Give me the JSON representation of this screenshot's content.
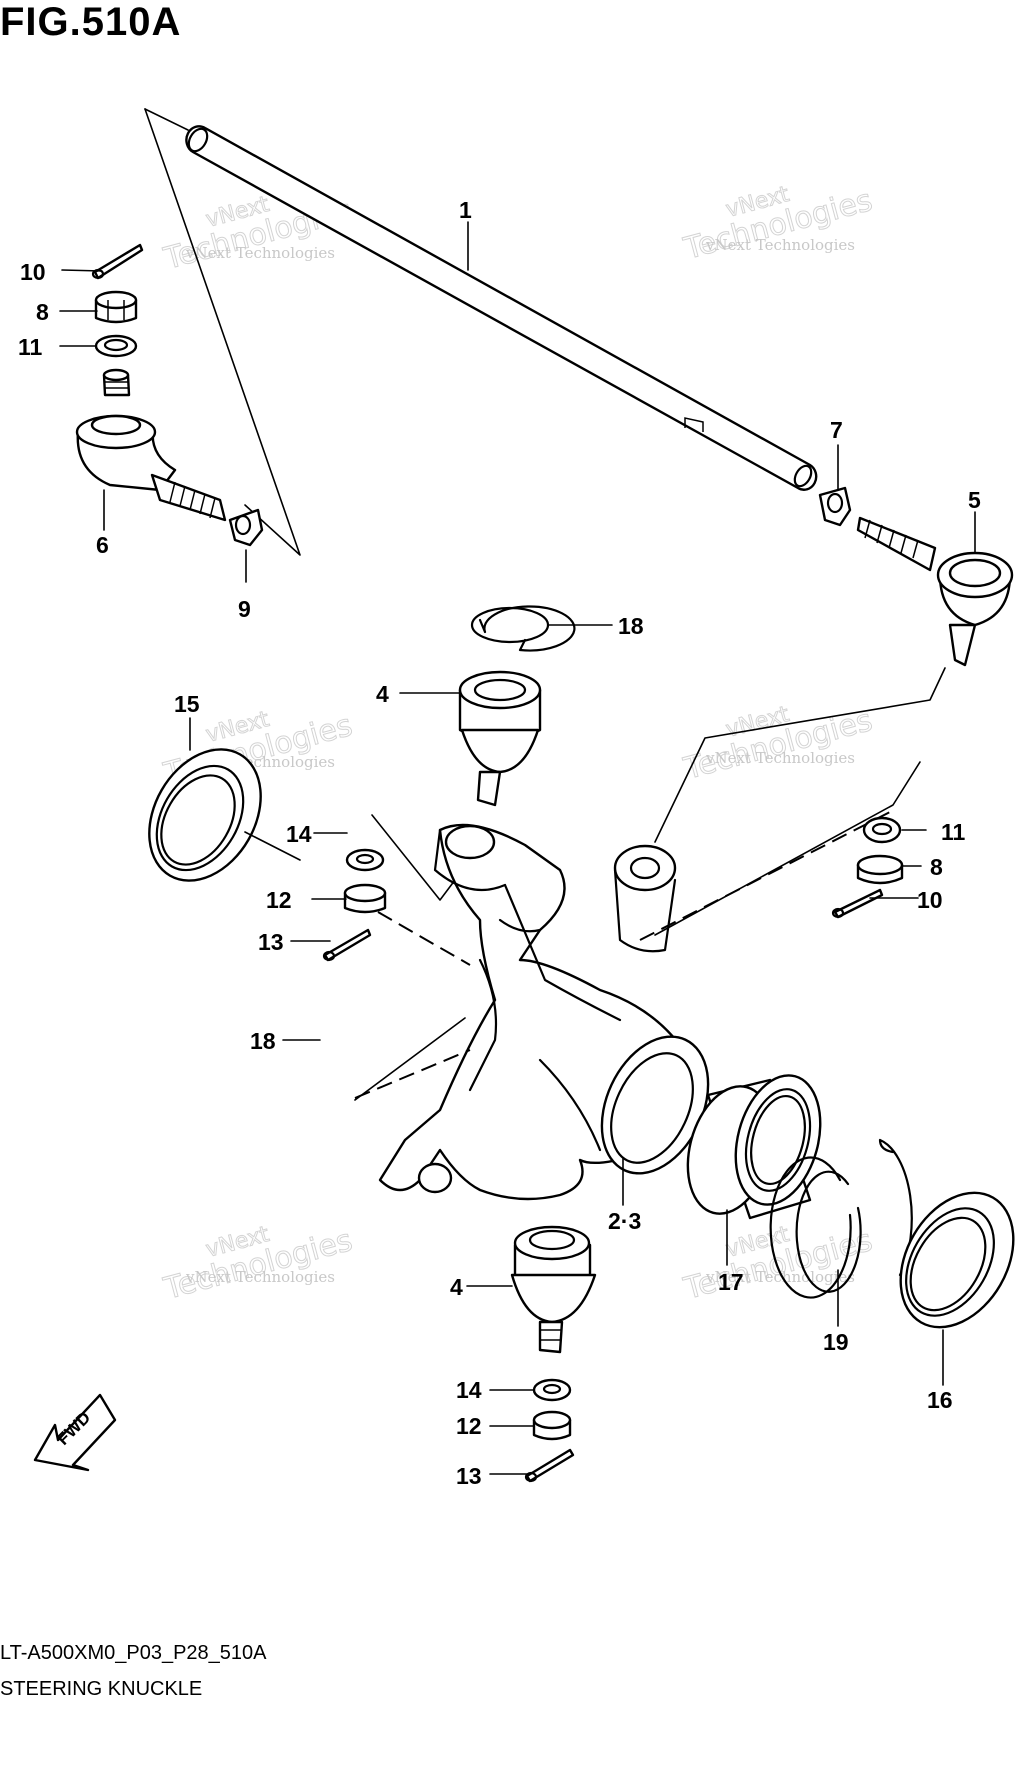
{
  "figure_title": "FIG.510A",
  "diagram_code": "LT-A500XM0_P03_P28_510A",
  "diagram_name": "STEERING KNUCKLE",
  "watermark": {
    "line1": "vNext Technologies",
    "line2": "Technologies",
    "line3": "vNext"
  },
  "fwd_label": "FWD",
  "callouts": [
    "1",
    "2·3",
    "4",
    "4",
    "5",
    "6",
    "7",
    "8",
    "8",
    "9",
    "10",
    "10",
    "11",
    "11",
    "12",
    "12",
    "13",
    "13",
    "14",
    "14",
    "15",
    "16",
    "17",
    "18",
    "18",
    "19"
  ]
}
